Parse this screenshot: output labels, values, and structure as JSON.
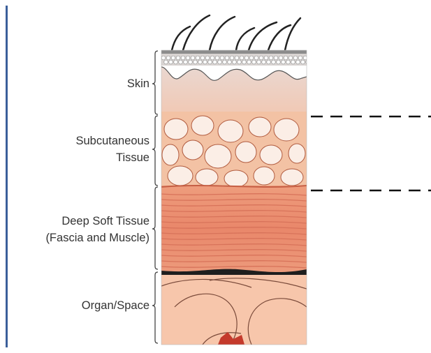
{
  "diagram": {
    "layers": [
      {
        "id": "skin",
        "label": "Skin"
      },
      {
        "id": "subcutaneous",
        "label": "Subcutaneous\nTissue"
      },
      {
        "id": "deep",
        "label": "Deep Soft Tissue\n(Fascia and Muscle)"
      },
      {
        "id": "organ",
        "label": "Organ/Space"
      }
    ],
    "colors": {
      "accent_rule": "#3b5f9a",
      "label_text": "#333333",
      "epidermis": "#d9d4d2",
      "dermis": "#efd2c6",
      "subcutaneous_base": "#f3c2a4",
      "fat_lobule": "#fbeee6",
      "muscle": "#ec9a7a",
      "organ": "#f7c6ab",
      "bracket": "#444444",
      "dashed_line": "#111111"
    }
  }
}
